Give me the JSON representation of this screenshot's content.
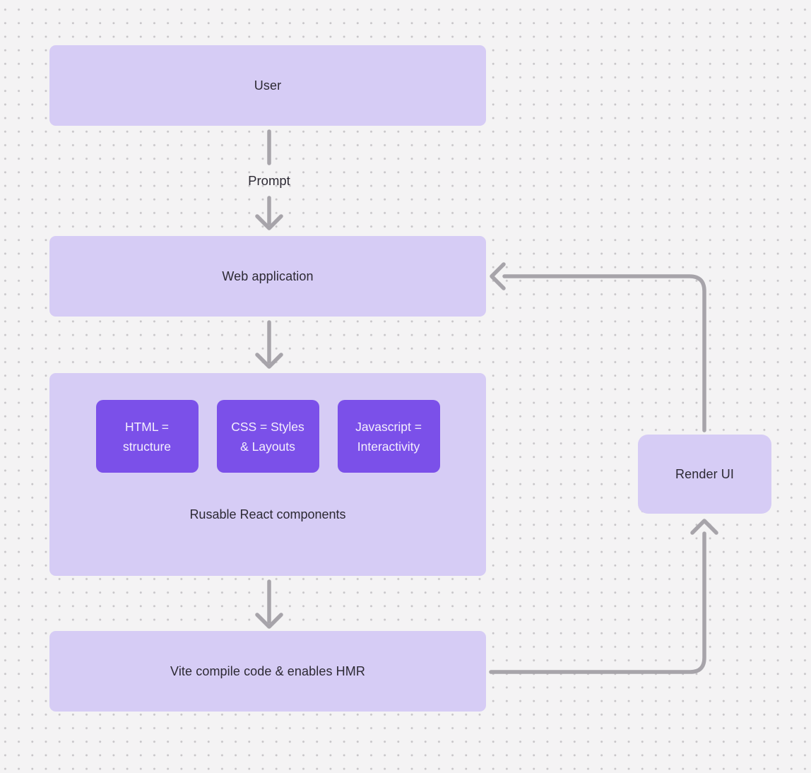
{
  "colors": {
    "background": "#f4f3f4",
    "dot": "#c7c5c8",
    "node_fill": "#d6ccf5",
    "chip_fill": "#7b50e9",
    "node_text": "#2c2933",
    "chip_text": "#f4effd",
    "arrow": "#a7a4aa"
  },
  "nodes": {
    "user": {
      "label": "User"
    },
    "web_application": {
      "label": "Web application"
    },
    "components": {
      "label": "Rusable React components",
      "chips": [
        {
          "line1": "HTML =",
          "line2": "structure"
        },
        {
          "line1": "CSS = Styles",
          "line2": "& Layouts"
        },
        {
          "line1": "Javascript =",
          "line2": "Interactivity"
        }
      ]
    },
    "vite": {
      "label": "Vite compile code & enables HMR"
    },
    "render_ui": {
      "label": "Render UI"
    }
  },
  "edges": {
    "prompt_label": "Prompt"
  }
}
